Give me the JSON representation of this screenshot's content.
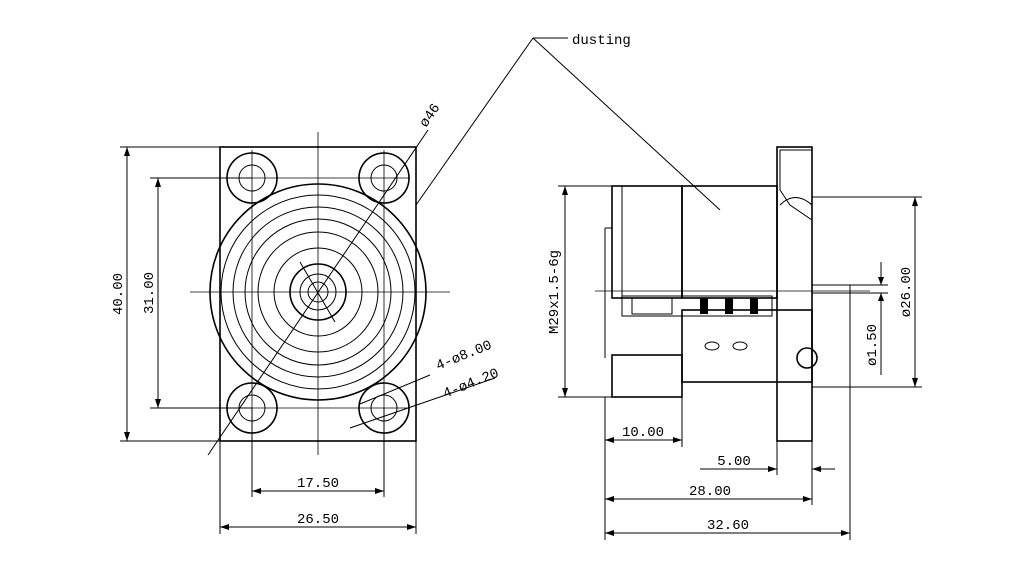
{
  "callout": {
    "label": "dusting"
  },
  "front_view": {
    "overall_height": "40.00",
    "hole_spacing_vertical": "31.00",
    "hole_spacing_horizontal": "17.50",
    "overall_width": "26.50",
    "diagonal_diameter": "ø46",
    "hole_outer": "4-ø8.00",
    "hole_inner": "4-ø4.20"
  },
  "side_view": {
    "thread": "M29x1.5-6g",
    "outer_diameter": "ø26.00",
    "pin_diameter": "ø1.50",
    "nut_length": "10.00",
    "flange_thickness": "5.00",
    "body_length": "28.00",
    "total_length": "32.60"
  }
}
